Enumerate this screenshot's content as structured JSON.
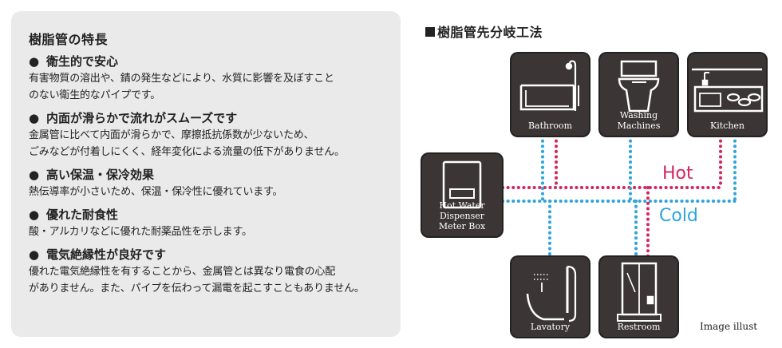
{
  "panel": {
    "title": "樹脂管の特長",
    "bullet": "●",
    "features": [
      {
        "heading": "衛生的で安心",
        "body": "有害物質の溶出や、錆の発生などにより、水質に影響を及ぼすこと\nのない衛生的なパイプです。"
      },
      {
        "heading": "内面が滑らかで流れがスムーズです",
        "body": "金属管に比べて内面が滑らかで、摩擦抵抗係数が少ないため、\nごみなどが付着しにくく、経年変化による流量の低下がありません。"
      },
      {
        "heading": "高い保温・保冷効果",
        "body": "熱伝導率が小さいため、保温・保冷性に優れています。"
      },
      {
        "heading": "優れた耐食性",
        "body": "酸・アルカリなどに優れた耐薬品性を示します。"
      },
      {
        "heading": "電気絶縁性が良好です",
        "body": "優れた電気絶縁性を有することから、金属管とは異なり電食の心配\nがありません。また、パイプを伝わって漏電を起こすこともありません。"
      }
    ]
  },
  "diagram": {
    "title": "樹脂管先分岐工法",
    "fixtures": {
      "bathroom": "Bathroom",
      "washing": "Washing Machines",
      "kitchen": "Kitchen",
      "dispenser": "Hot Water Dispenser\nMeter Box",
      "lavatory": "Lavatory",
      "restroom": "Restroom"
    },
    "hot_label": "Hot",
    "cold_label": "Cold",
    "hot_color": "#d6245c",
    "cold_color": "#2fa4dc",
    "caption": "Image illust"
  }
}
